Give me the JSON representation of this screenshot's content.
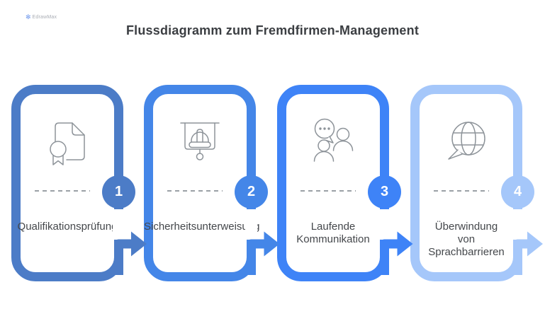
{
  "page": {
    "title": "Flussdiagramm zum Fremdfirmen-Management",
    "background_color": "#ffffff",
    "title_color": "#3b3e42",
    "label_color": "#44474b",
    "icon_stroke_color": "#8d9399",
    "dash_color": "#9aa0a6"
  },
  "watermark": {
    "brand": "EdrawMax"
  },
  "steps": [
    {
      "number": "1",
      "label": "Qualifikationsprüfung",
      "lines": [
        "Qualifikationsprüfung"
      ],
      "icon": "certificate-icon",
      "color": "#4c7cc7"
    },
    {
      "number": "2",
      "label": "Sicherheitsunterweisung",
      "lines": [
        "Sicherheitsunterweisung"
      ],
      "icon": "safety-training-icon",
      "color": "#4486e8"
    },
    {
      "number": "3",
      "label": "Laufende Kommunikation",
      "lines": [
        "Laufende",
        "Kommunikation"
      ],
      "icon": "conversation-icon",
      "color": "#3e83f7"
    },
    {
      "number": "4",
      "label": "Überwindung von Sprachbarrieren",
      "lines": [
        "Überwindung",
        "von",
        "Sprachbarrieren"
      ],
      "icon": "globe-language-icon",
      "color": "#a5c7fa"
    }
  ]
}
